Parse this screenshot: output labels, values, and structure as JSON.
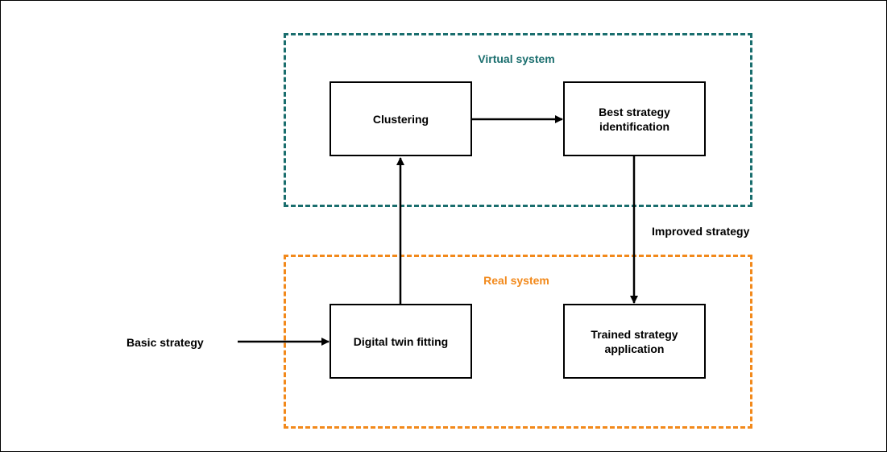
{
  "groups": {
    "virtual": {
      "label": "Virtual system",
      "color": "#1a6e6e"
    },
    "real": {
      "label": "Real system",
      "color": "#f2891b"
    }
  },
  "nodes": {
    "clustering": "Clustering",
    "best_strategy": "Best strategy identification",
    "digital_twin": "Digital twin fitting",
    "trained_strategy": "Trained strategy application"
  },
  "edge_labels": {
    "basic_strategy": "Basic strategy",
    "improved_strategy": "Improved strategy"
  },
  "colors": {
    "stroke": "#000000",
    "background": "#ffffff"
  }
}
